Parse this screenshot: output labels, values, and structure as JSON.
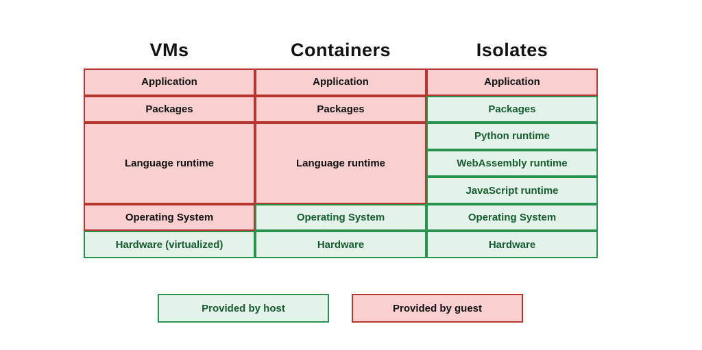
{
  "colors": {
    "guest_fill": "#f9cfcf",
    "guest_border": "#b5372d",
    "guest_text": "#111111",
    "host_fill": "#e4f3ea",
    "host_border": "#27934f",
    "host_text": "#155c30",
    "header_text": "#111111",
    "background": "#ffffff"
  },
  "columns": [
    {
      "name": "VMs",
      "cells": [
        {
          "label": "Application",
          "provider": "guest",
          "span": 1
        },
        {
          "label": "Packages",
          "provider": "guest",
          "span": 1
        },
        {
          "label": "Language runtime",
          "provider": "guest",
          "span": 3
        },
        {
          "label": "Operating System",
          "provider": "guest",
          "span": 1
        },
        {
          "label": "Hardware (virtualized)",
          "provider": "host",
          "span": 1
        }
      ]
    },
    {
      "name": "Containers",
      "cells": [
        {
          "label": "Application",
          "provider": "guest",
          "span": 1
        },
        {
          "label": "Packages",
          "provider": "guest",
          "span": 1
        },
        {
          "label": "Language runtime",
          "provider": "guest",
          "span": 3
        },
        {
          "label": "Operating System",
          "provider": "host",
          "span": 1
        },
        {
          "label": "Hardware",
          "provider": "host",
          "span": 1
        }
      ]
    },
    {
      "name": "Isolates",
      "cells": [
        {
          "label": "Application",
          "provider": "guest",
          "span": 1
        },
        {
          "label": "Packages",
          "provider": "host",
          "span": 1
        },
        {
          "label": "Python runtime",
          "provider": "host",
          "span": 1
        },
        {
          "label": "WebAssembly runtime",
          "provider": "host",
          "span": 1
        },
        {
          "label": "JavaScript runtime",
          "provider": "host",
          "span": 1
        },
        {
          "label": "Operating System",
          "provider": "host",
          "span": 1
        },
        {
          "label": "Hardware",
          "provider": "host",
          "span": 1
        }
      ]
    }
  ],
  "legend": [
    {
      "label": "Provided by host",
      "provider": "host"
    },
    {
      "label": "Provided by guest",
      "provider": "guest"
    }
  ]
}
